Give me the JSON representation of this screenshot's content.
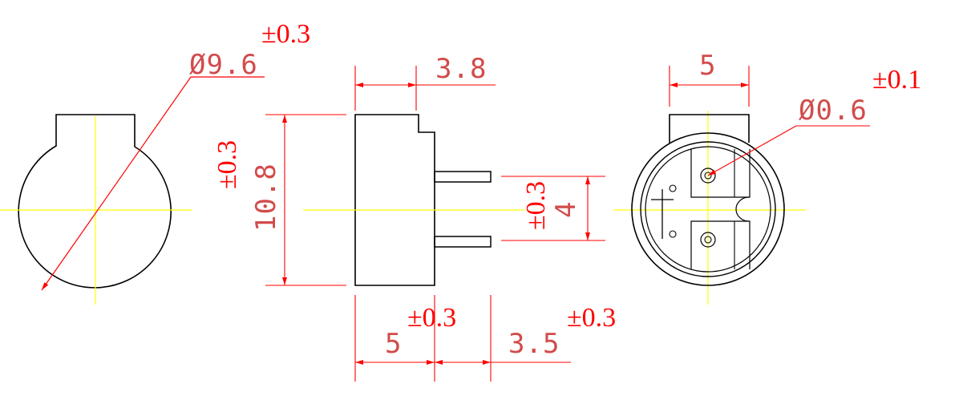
{
  "colors": {
    "background": "#ffffff",
    "outline": "#000000",
    "centerline": "#ffff00",
    "dimension_line": "#ff0000",
    "dimension_value_text": "#d24b4b",
    "tolerance_text": "#ff0000"
  },
  "views": {
    "front": {
      "diameter_label": "Ø9.6",
      "diameter_tolerance": "±0.3"
    },
    "side": {
      "top_dimension": "3.8",
      "height_label": "10.8",
      "height_tolerance": "±0.3",
      "pin_spacing": "4",
      "pin_spacing_tolerance": "±0.3",
      "body_length": "5",
      "body_length_tolerance": "±0.3",
      "pin_length": "3.5",
      "pin_length_tolerance": "±0.3"
    },
    "bottom": {
      "tab_width": "5",
      "pin_diameter_label": "Ø0.6",
      "pin_diameter_tolerance": "±0.1"
    }
  }
}
